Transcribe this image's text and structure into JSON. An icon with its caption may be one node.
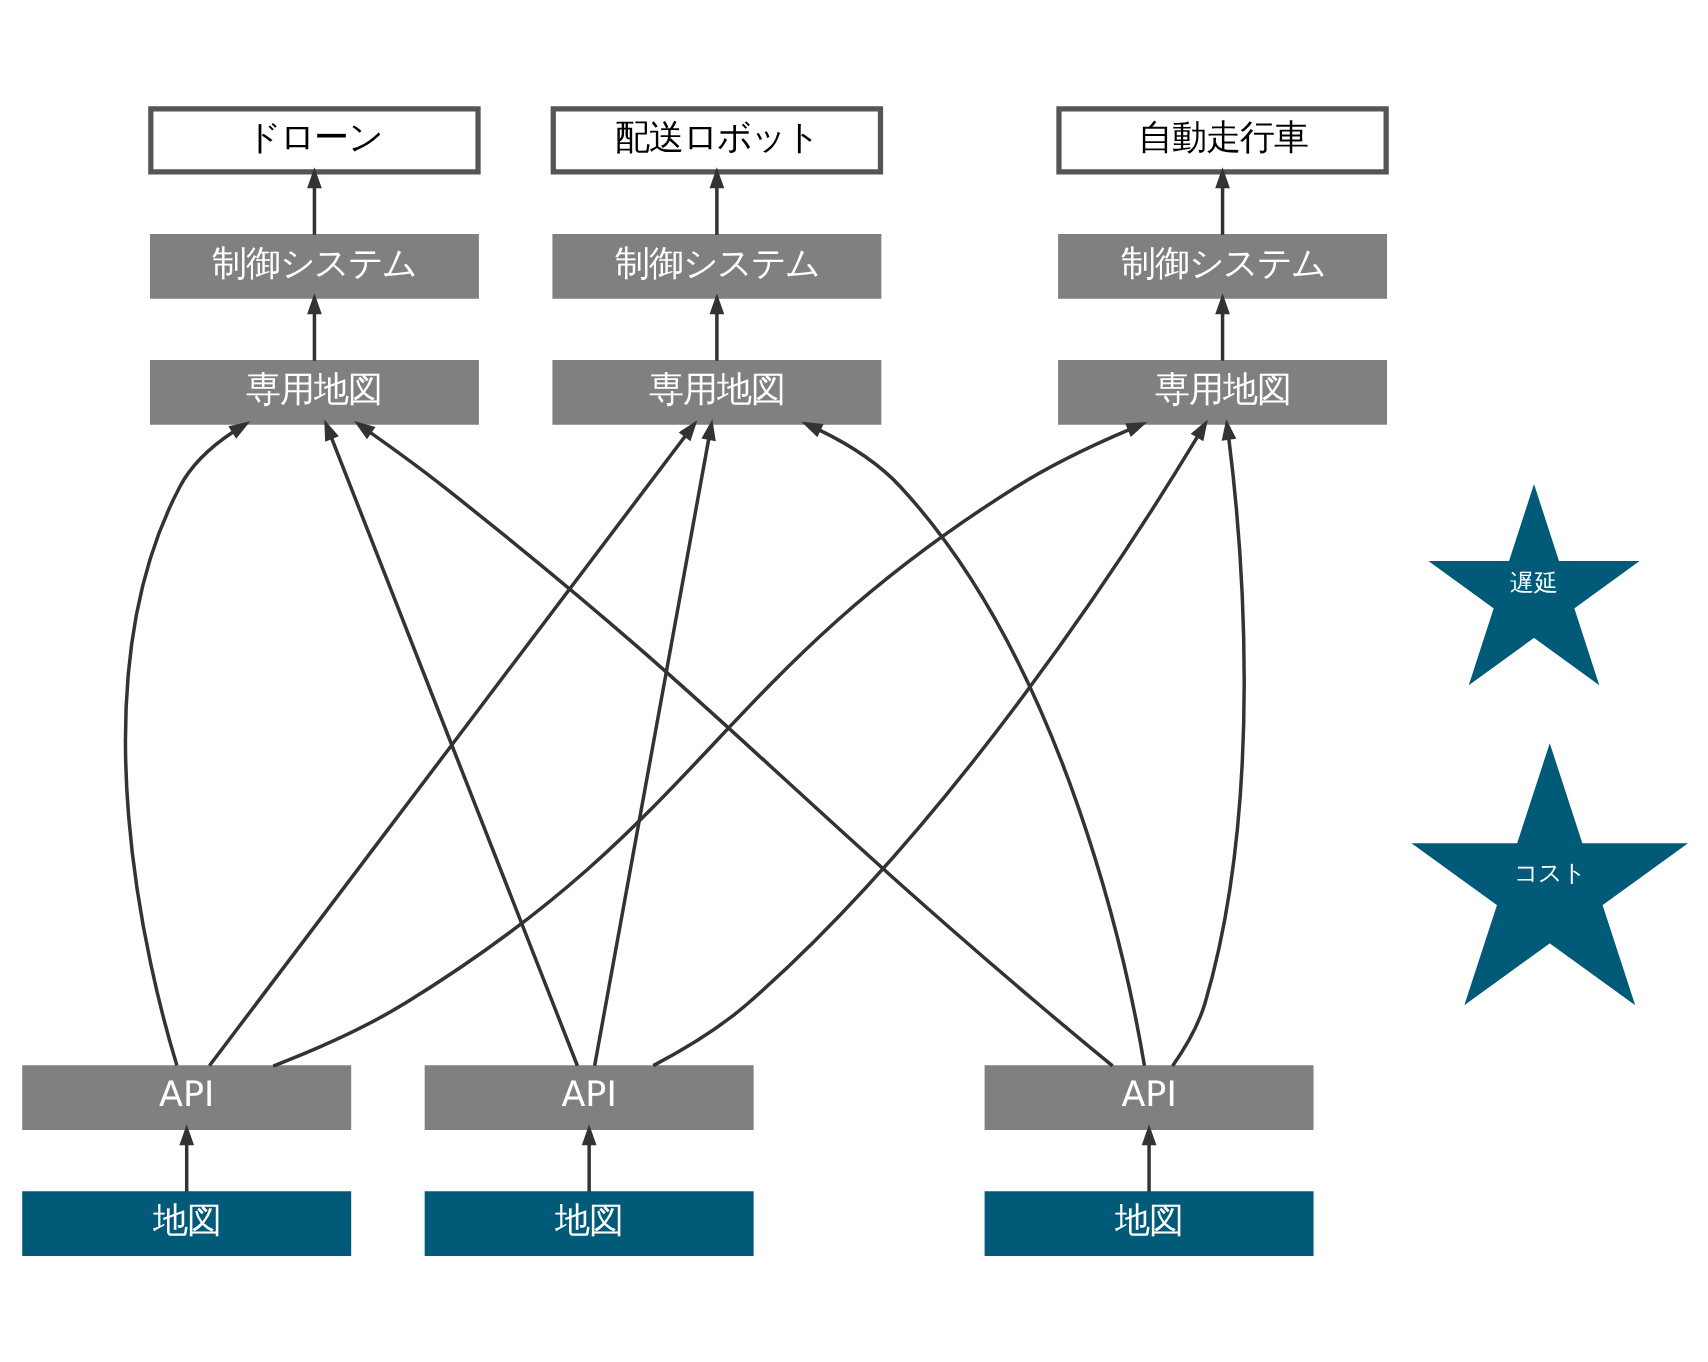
{
  "diagram": {
    "nodes": [
      {
        "text": [
          "ドローン"
        ]
      },
      {
        "text": [
          "配送ロボット"
        ]
      },
      {
        "text": [
          "自動走行車"
        ]
      },
      {
        "text": [
          "制御システム"
        ]
      },
      {
        "text": [
          "制御システム"
        ]
      },
      {
        "text": [
          "制御システム"
        ]
      },
      {
        "text": [
          "専用地図"
        ]
      },
      {
        "text": [
          "専用地図"
        ]
      },
      {
        "text": [
          "専用地図"
        ]
      },
      {
        "text": [
          "遅延"
        ]
      },
      {
        "text": [
          "コスト"
        ]
      },
      {
        "text": [
          "API"
        ]
      },
      {
        "text": [
          "API"
        ]
      },
      {
        "text": [
          "API"
        ]
      },
      {
        "text": [
          "地図"
        ]
      },
      {
        "text": [
          "地図"
        ]
      },
      {
        "text": [
          "地図"
        ]
      }
    ],
    "edges": [
      {
        "from": 3,
        "to": 0,
        "arrow": "to"
      },
      {
        "from": 4,
        "to": 1,
        "arrow": "to"
      },
      {
        "from": 5,
        "to": 2,
        "arrow": "to"
      },
      {
        "from": 6,
        "to": 3,
        "arrow": "to"
      },
      {
        "from": 7,
        "to": 4,
        "arrow": "to"
      },
      {
        "from": 8,
        "to": 5,
        "arrow": "to"
      },
      {
        "from": 11,
        "to": 6,
        "arrow": "to"
      },
      {
        "from": 11,
        "to": 7,
        "arrow": "to"
      },
      {
        "from": 11,
        "to": 8,
        "arrow": "to"
      },
      {
        "from": 12,
        "to": 6,
        "arrow": "to"
      },
      {
        "from": 12,
        "to": 7,
        "arrow": "to"
      },
      {
        "from": 12,
        "to": 8,
        "arrow": "to"
      },
      {
        "from": 13,
        "to": 6,
        "arrow": "to"
      },
      {
        "from": 13,
        "to": 7,
        "arrow": "to"
      },
      {
        "from": 13,
        "to": 8,
        "arrow": "to"
      },
      {
        "from": 14,
        "to": 11,
        "arrow": "to"
      },
      {
        "from": 15,
        "to": 12,
        "arrow": "to"
      },
      {
        "from": 16,
        "to": 13,
        "arrow": "to"
      }
    ]
  }
}
